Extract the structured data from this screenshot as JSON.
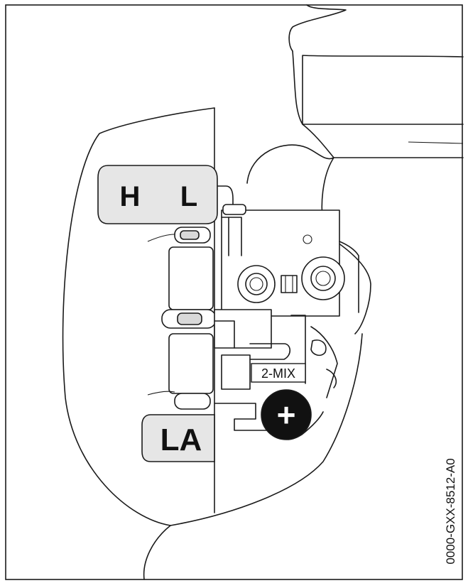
{
  "labels": {
    "high_speed": "H",
    "low_speed": "L",
    "idle": "LA",
    "mix": "2-MIX",
    "plus": "+"
  },
  "figure_code": "0000-GXX-8512-A0",
  "colors": {
    "ink": "#1a1a1a",
    "label_background": "#e6e6e6",
    "screw_head": "#111111",
    "background": "#ffffff"
  }
}
